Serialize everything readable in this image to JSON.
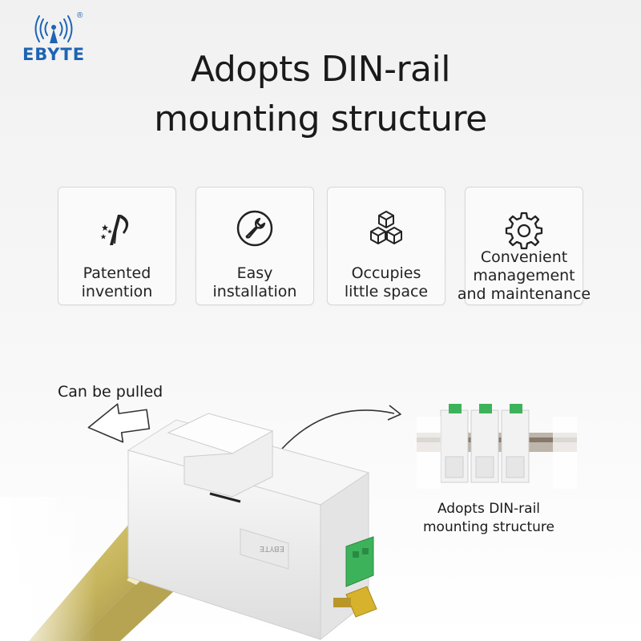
{
  "brand": {
    "name": "EBYTE",
    "registered_mark": "®",
    "color": "#1e64b4",
    "icon": "wifi-antenna-icon"
  },
  "headline": {
    "line1": "Adopts DIN-rail",
    "line2": "mounting structure"
  },
  "features": [
    {
      "icon": "patent-star-icon",
      "line1": "Patented",
      "line2": "invention",
      "line3": ""
    },
    {
      "icon": "wrench-icon",
      "line1": "Easy",
      "line2": "installation",
      "line3": ""
    },
    {
      "icon": "stacked-cubes-icon",
      "line1": "Occupies",
      "line2": "little space",
      "line3": ""
    },
    {
      "icon": "gear-icon",
      "line1": "Convenient",
      "line2": "management",
      "line3": "and maintenance"
    }
  ],
  "scene": {
    "pull_label": "Can be pulled",
    "rail_label_line1": "Adopts DIN-rail",
    "rail_label_line2": "mounting structure",
    "device_colors": {
      "housing": "#efefef",
      "terminal": "#3cb35a",
      "rail": "#c9b765",
      "connector": "#d7b22c"
    }
  }
}
